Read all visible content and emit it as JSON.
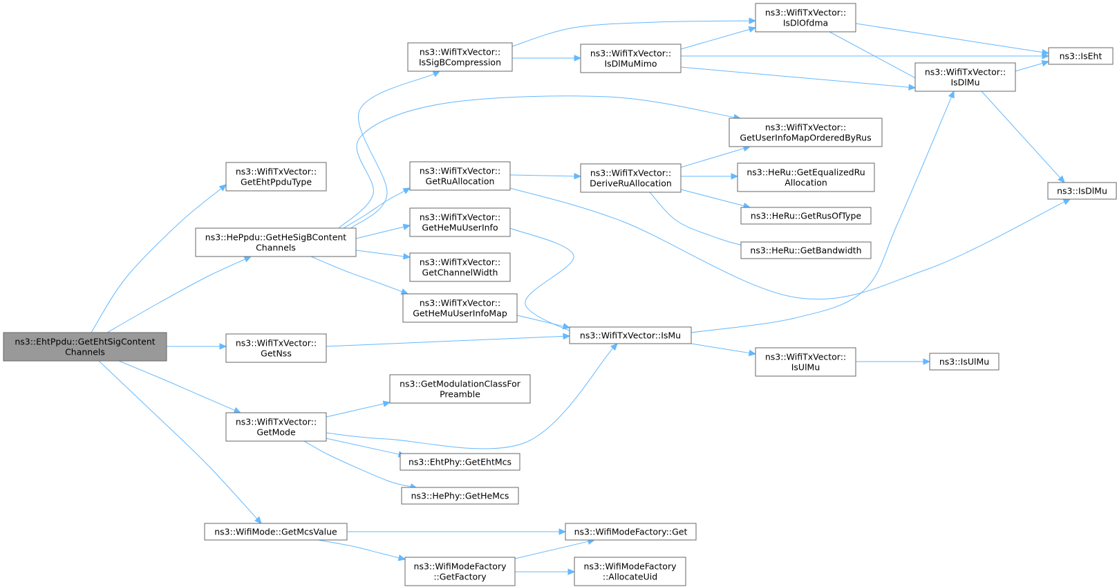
{
  "diagram": {
    "type": "call-graph",
    "colors": {
      "edge": "#63b8ff",
      "node_border": "#666666",
      "root_fill": "#999999",
      "node_fill": "#ffffff"
    },
    "nodes": [
      {
        "id": "n_root",
        "lines": [
          "ns3::EhtPpdu::GetEhtSigContent",
          "Channels"
        ],
        "root": true
      },
      {
        "id": "n_getEhtPpduType",
        "lines": [
          "ns3::WifiTxVector::",
          "GetEhtPpduType"
        ]
      },
      {
        "id": "n_getHeSigB",
        "lines": [
          "ns3::HePpdu::GetHeSigBContent",
          "Channels"
        ]
      },
      {
        "id": "n_getNss",
        "lines": [
          "ns3::WifiTxVector::",
          "GetNss"
        ]
      },
      {
        "id": "n_getMode",
        "lines": [
          "ns3::WifiTxVector::",
          "GetMode"
        ]
      },
      {
        "id": "n_getMcsValue",
        "lines": [
          "ns3::WifiMode::GetMcsValue"
        ]
      },
      {
        "id": "n_isSigB",
        "lines": [
          "ns3::WifiTxVector::",
          "IsSigBCompression"
        ]
      },
      {
        "id": "n_getRuAlloc",
        "lines": [
          "ns3::WifiTxVector::",
          "GetRuAllocation"
        ]
      },
      {
        "id": "n_getHeMuUserInfo",
        "lines": [
          "ns3::WifiTxVector::",
          "GetHeMuUserInfo"
        ]
      },
      {
        "id": "n_getChanWidth",
        "lines": [
          "ns3::WifiTxVector::",
          "GetChannelWidth"
        ]
      },
      {
        "id": "n_getHeMuUserInfoMap",
        "lines": [
          "ns3::WifiTxVector::",
          "GetHeMuUserInfoMap"
        ]
      },
      {
        "id": "n_getModClass",
        "lines": [
          "ns3::GetModulationClassFor",
          "Preamble"
        ]
      },
      {
        "id": "n_getEhtMcs",
        "lines": [
          "ns3::EhtPhy::GetEhtMcs"
        ]
      },
      {
        "id": "n_getHeMcs",
        "lines": [
          "ns3::HePhy::GetHeMcs"
        ]
      },
      {
        "id": "n_getFactory",
        "lines": [
          "ns3::WifiModeFactory",
          "::GetFactory"
        ]
      },
      {
        "id": "n_isDlMuMimo",
        "lines": [
          "ns3::WifiTxVector::",
          "IsDlMuMimo"
        ]
      },
      {
        "id": "n_deriveRu",
        "lines": [
          "ns3::WifiTxVector::",
          "DeriveRuAllocation"
        ]
      },
      {
        "id": "n_isMu",
        "lines": [
          "ns3::WifiTxVector::IsMu"
        ]
      },
      {
        "id": "n_wmfGet",
        "lines": [
          "ns3::WifiModeFactory::Get"
        ]
      },
      {
        "id": "n_allocUid",
        "lines": [
          "ns3::WifiModeFactory",
          "::AllocateUid"
        ]
      },
      {
        "id": "n_isDlOfdma",
        "lines": [
          "ns3::WifiTxVector::",
          "IsDlOfdma"
        ]
      },
      {
        "id": "n_getUserInfoMap",
        "lines": [
          "ns3::WifiTxVector::",
          "GetUserInfoMapOrderedByRus"
        ]
      },
      {
        "id": "n_getEqRu",
        "lines": [
          "ns3::HeRu::GetEqualizedRu",
          "Allocation"
        ]
      },
      {
        "id": "n_getRusOfType",
        "lines": [
          "ns3::HeRu::GetRusOfType"
        ]
      },
      {
        "id": "n_getBandwidth",
        "lines": [
          "ns3::HeRu::GetBandwidth"
        ]
      },
      {
        "id": "n_isUlMu",
        "lines": [
          "ns3::WifiTxVector::",
          "IsUlMu"
        ]
      },
      {
        "id": "n_isDlMu",
        "lines": [
          "ns3::WifiTxVector::",
          "IsDlMu"
        ]
      },
      {
        "id": "n_isEht",
        "lines": [
          "ns3::IsEht"
        ]
      },
      {
        "id": "n_isDlMu2",
        "lines": [
          "ns3::IsDlMu"
        ]
      },
      {
        "id": "n_isUlMu2",
        "lines": [
          "ns3::IsUlMu"
        ]
      }
    ],
    "edges": [
      {
        "from": "n_root",
        "to": "n_getEhtPpduType"
      },
      {
        "from": "n_root",
        "to": "n_getHeSigB"
      },
      {
        "from": "n_root",
        "to": "n_getNss"
      },
      {
        "from": "n_root",
        "to": "n_getMode"
      },
      {
        "from": "n_root",
        "to": "n_getMcsValue"
      },
      {
        "from": "n_getHeSigB",
        "to": "n_isSigB"
      },
      {
        "from": "n_getHeSigB",
        "to": "n_getUserInfoMap"
      },
      {
        "from": "n_getHeSigB",
        "to": "n_getRuAlloc"
      },
      {
        "from": "n_getHeSigB",
        "to": "n_getHeMuUserInfo"
      },
      {
        "from": "n_getHeSigB",
        "to": "n_getChanWidth"
      },
      {
        "from": "n_getHeSigB",
        "to": "n_getHeMuUserInfoMap"
      },
      {
        "from": "n_getNss",
        "to": "n_isMu"
      },
      {
        "from": "n_getMode",
        "to": "n_getModClass"
      },
      {
        "from": "n_getMode",
        "to": "n_isMu"
      },
      {
        "from": "n_getMode",
        "to": "n_getEhtMcs"
      },
      {
        "from": "n_getMode",
        "to": "n_getHeMcs"
      },
      {
        "from": "n_getMcsValue",
        "to": "n_wmfGet"
      },
      {
        "from": "n_getMcsValue",
        "to": "n_getFactory"
      },
      {
        "from": "n_isSigB",
        "to": "n_isDlOfdma"
      },
      {
        "from": "n_isSigB",
        "to": "n_isDlMuMimo"
      },
      {
        "from": "n_getRuAlloc",
        "to": "n_deriveRu"
      },
      {
        "from": "n_getRuAlloc",
        "to": "n_isDlMu2"
      },
      {
        "from": "n_getHeMuUserInfo",
        "to": "n_isMu"
      },
      {
        "from": "n_getHeMuUserInfoMap",
        "to": "n_isMu"
      },
      {
        "from": "n_getFactory",
        "to": "n_wmfGet"
      },
      {
        "from": "n_getFactory",
        "to": "n_allocUid"
      },
      {
        "from": "n_isDlMuMimo",
        "to": "n_isDlOfdma"
      },
      {
        "from": "n_isDlMuMimo",
        "to": "n_isEht"
      },
      {
        "from": "n_isDlMuMimo",
        "to": "n_isDlMu"
      },
      {
        "from": "n_deriveRu",
        "to": "n_getUserInfoMap"
      },
      {
        "from": "n_deriveRu",
        "to": "n_getEqRu"
      },
      {
        "from": "n_deriveRu",
        "to": "n_getRusOfType"
      },
      {
        "from": "n_deriveRu",
        "to": "n_getBandwidth"
      },
      {
        "from": "n_isMu",
        "to": "n_isDlMu"
      },
      {
        "from": "n_isMu",
        "to": "n_isUlMu"
      },
      {
        "from": "n_isDlOfdma",
        "to": "n_isEht"
      },
      {
        "from": "n_isDlOfdma",
        "to": "n_isDlMu"
      },
      {
        "from": "n_isDlMu",
        "to": "n_isEht"
      },
      {
        "from": "n_isDlMu",
        "to": "n_isDlMu2"
      },
      {
        "from": "n_isUlMu",
        "to": "n_isUlMu2"
      }
    ]
  }
}
